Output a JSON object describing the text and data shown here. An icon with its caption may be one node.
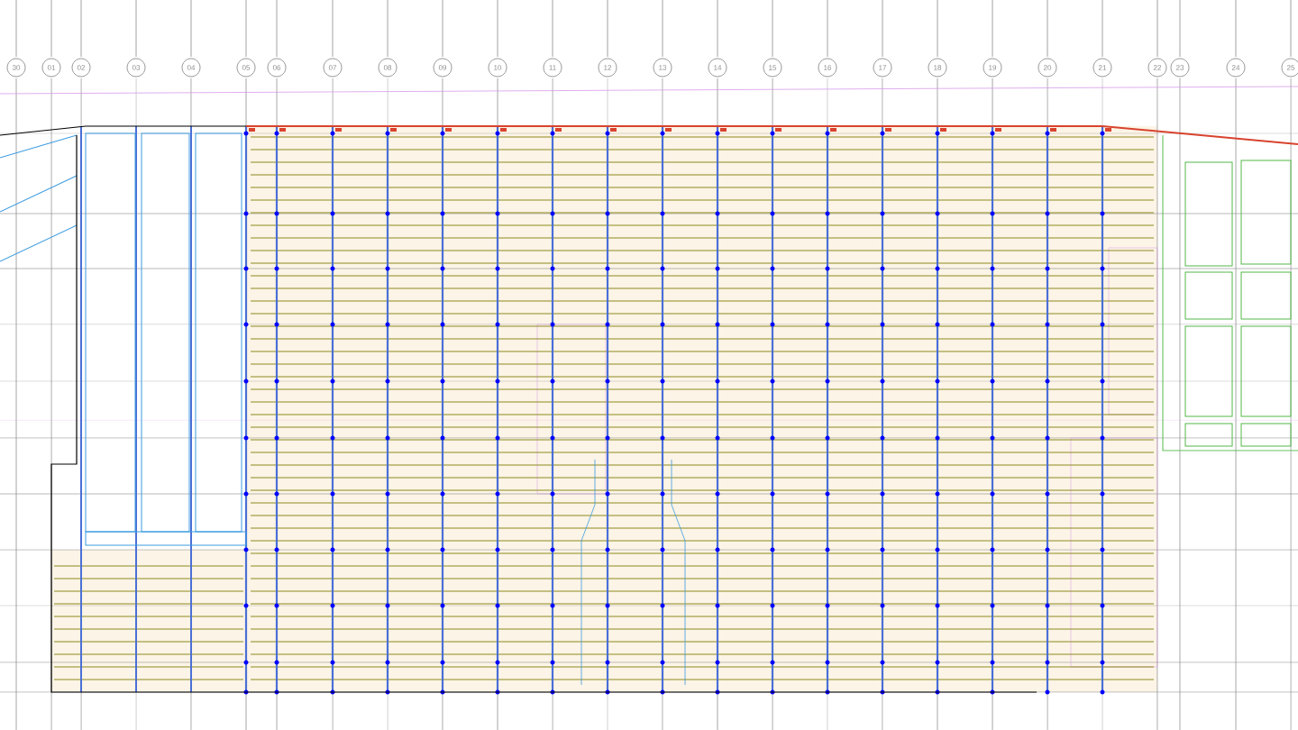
{
  "diagram": {
    "nodes": [
      {
        "text": [
          "30"
        ]
      },
      {
        "text": [
          "01"
        ]
      },
      {
        "text": [
          "02"
        ]
      },
      {
        "text": [
          "03"
        ]
      },
      {
        "text": [
          "04"
        ]
      },
      {
        "text": [
          "05"
        ]
      },
      {
        "text": [
          "06"
        ]
      },
      {
        "text": [
          "07"
        ]
      },
      {
        "text": [
          "08"
        ]
      },
      {
        "text": [
          "09"
        ]
      },
      {
        "text": [
          "10"
        ]
      },
      {
        "text": [
          "11"
        ]
      },
      {
        "text": [
          "12"
        ]
      },
      {
        "text": [
          "13"
        ]
      },
      {
        "text": [
          "14"
        ]
      },
      {
        "text": [
          "15"
        ]
      },
      {
        "text": [
          "16"
        ]
      },
      {
        "text": [
          "17"
        ]
      },
      {
        "text": [
          "18"
        ]
      },
      {
        "text": [
          "19"
        ]
      },
      {
        "text": [
          "20"
        ]
      },
      {
        "text": [
          "21"
        ]
      },
      {
        "text": [
          "22"
        ]
      },
      {
        "text": [
          "23"
        ]
      },
      {
        "text": [
          "24"
        ]
      },
      {
        "text": [
          "25"
        ]
      }
    ]
  }
}
